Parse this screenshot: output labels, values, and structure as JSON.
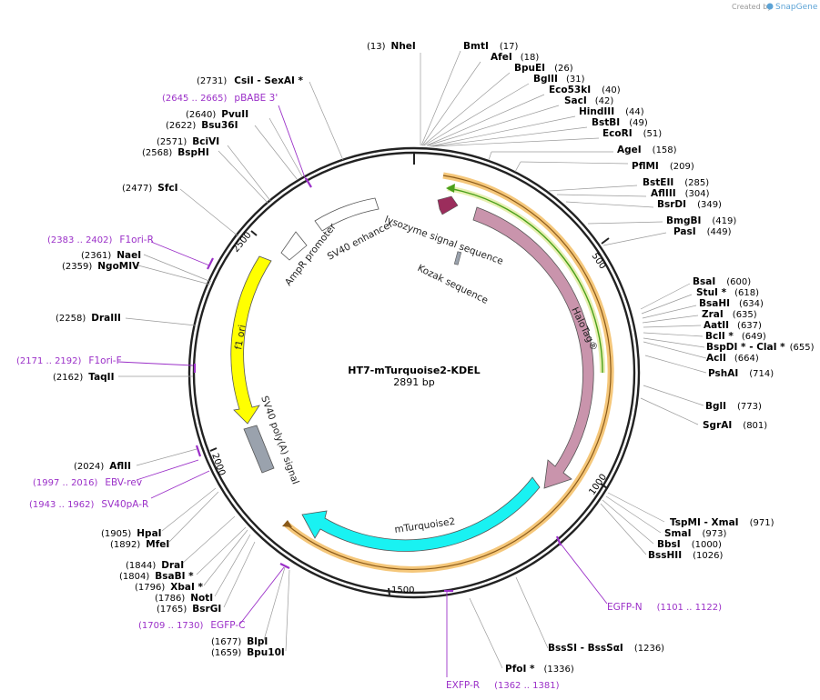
{
  "header": {
    "created_by": "Created by",
    "app": "SnapGene"
  },
  "map": {
    "name": "HT7-mTurquoise2-KDEL",
    "length_label": "2891 bp",
    "ticks": [
      "500",
      "1000",
      "1500",
      "2000",
      "2500"
    ]
  },
  "features": {
    "lysozyme": "lysozyme signal sequence",
    "kozak": "Kozak sequence",
    "halotag": "HaloTag®",
    "mturquoise2": "mTurquoise2",
    "sv40_polya": "SV40 poly(A) signal",
    "f1_ori": "f1 ori",
    "ampr_promoter": "AmpR promoter",
    "sv40_enhancer": "SV40 enhancer"
  },
  "sites_right": [
    {
      "name": "NheI",
      "pos": "(13)"
    },
    {
      "name": "BmtI",
      "pos": "(17)"
    },
    {
      "name": "AfeI",
      "pos": "(18)"
    },
    {
      "name": "BpuEI",
      "pos": "(26)"
    },
    {
      "name": "BglII",
      "pos": "(31)"
    },
    {
      "name": "Eco53kI",
      "pos": "(40)"
    },
    {
      "name": "SacI",
      "pos": "(42)"
    },
    {
      "name": "HindIII",
      "pos": "(44)"
    },
    {
      "name": "BstBI",
      "pos": "(49)"
    },
    {
      "name": "EcoRI",
      "pos": "(51)"
    },
    {
      "name": "AgeI",
      "pos": "(158)"
    },
    {
      "name": "PflMI",
      "pos": "(209)"
    },
    {
      "name": "BstEII",
      "pos": "(285)"
    },
    {
      "name": "AflIII",
      "pos": "(304)"
    },
    {
      "name": "BsrDI",
      "pos": "(349)"
    },
    {
      "name": "BmgBI",
      "pos": "(419)"
    },
    {
      "name": "PasI",
      "pos": "(449)"
    },
    {
      "name": "BsaI",
      "pos": "(600)"
    },
    {
      "name": "StuI *",
      "pos": "(618)"
    },
    {
      "name": "BsaHI",
      "pos": "(634)"
    },
    {
      "name": "ZraI",
      "pos": "(635)"
    },
    {
      "name": "AatII",
      "pos": "(637)"
    },
    {
      "name": "BclI *",
      "pos": "(649)"
    },
    {
      "name": "BspDI * - ClaI *",
      "pos": "(655)"
    },
    {
      "name": "AclI",
      "pos": "(664)"
    },
    {
      "name": "PshAI",
      "pos": "(714)"
    },
    {
      "name": "BglI",
      "pos": "(773)"
    },
    {
      "name": "SgrAI",
      "pos": "(801)"
    },
    {
      "name": "TspMI - XmaI",
      "pos": "(971)"
    },
    {
      "name": "SmaI",
      "pos": "(973)"
    },
    {
      "name": "BbsI",
      "pos": "(1000)"
    },
    {
      "name": "BssHII",
      "pos": "(1026)"
    },
    {
      "name": "BssSI - BssSαI",
      "pos": "(1236)"
    },
    {
      "name": "PfoI *",
      "pos": "(1336)"
    }
  ],
  "sites_left": [
    {
      "name": "CsiI - SexAI *",
      "pos": "(2731)"
    },
    {
      "name": "PvuII",
      "pos": "(2640)"
    },
    {
      "name": "Bsu36I",
      "pos": "(2622)"
    },
    {
      "name": "BciVI",
      "pos": "(2571)"
    },
    {
      "name": "BspHI",
      "pos": "(2568)"
    },
    {
      "name": "SfcI",
      "pos": "(2477)"
    },
    {
      "name": "NaeI",
      "pos": "(2361)"
    },
    {
      "name": "NgoMIV",
      "pos": "(2359)"
    },
    {
      "name": "DraIII",
      "pos": "(2258)"
    },
    {
      "name": "TaqII",
      "pos": "(2162)"
    },
    {
      "name": "AflII",
      "pos": "(2024)"
    },
    {
      "name": "HpaI",
      "pos": "(1905)"
    },
    {
      "name": "MfeI",
      "pos": "(1892)"
    },
    {
      "name": "DraI",
      "pos": "(1844)"
    },
    {
      "name": "BsaBI *",
      "pos": "(1804)"
    },
    {
      "name": "XbaI *",
      "pos": "(1796)"
    },
    {
      "name": "NotI",
      "pos": "(1786)"
    },
    {
      "name": "BsrGI",
      "pos": "(1765)"
    },
    {
      "name": "BlpI",
      "pos": "(1677)"
    },
    {
      "name": "Bpu10I",
      "pos": "(1659)"
    }
  ],
  "primers": [
    {
      "name": "pBABE 3'",
      "range": "(2645 .. 2665)"
    },
    {
      "name": "F1ori-R",
      "range": "(2383 .. 2402)"
    },
    {
      "name": "F1ori-F",
      "range": "(2171 .. 2192)"
    },
    {
      "name": "EBV-rev",
      "range": "(1997 .. 2016)"
    },
    {
      "name": "SV40pA-R",
      "range": "(1943 .. 1962)"
    },
    {
      "name": "EGFP-C",
      "range": "(1709 .. 1730)"
    },
    {
      "name": "EGFP-N",
      "range": "(1101 .. 1122)"
    },
    {
      "name": "EXFP-R",
      "range": "(1362 .. 1381)"
    }
  ],
  "colors": {
    "halotag": "#c994ac",
    "mturquoise2": "#19f2f2",
    "f1_ori": "#ffff00",
    "sv40_polya": "#9aa2ad",
    "lysozyme": "#9b2d5c",
    "orf_outline": "#f5c77a",
    "orf_core": "#8a5a1a",
    "inner_orf": "#4aa01a",
    "primer": "#9b30c8"
  }
}
